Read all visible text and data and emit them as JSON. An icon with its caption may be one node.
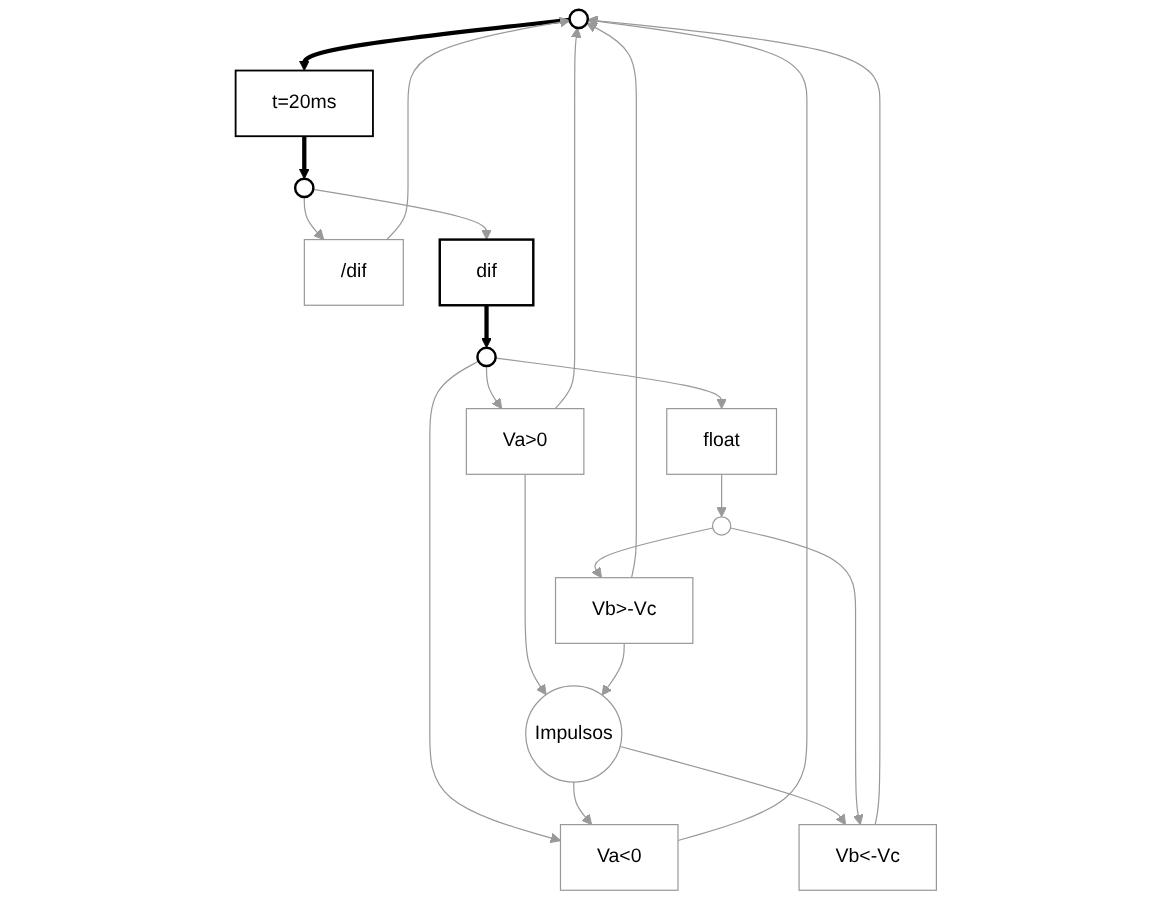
{
  "diagram": {
    "nodes": [
      {
        "text": [],
        "shape": "circle"
      },
      {
        "text": [
          "t=20ms"
        ]
      },
      {
        "text": [
          "/dif"
        ]
      },
      {
        "text": [],
        "shape": "circle"
      },
      {
        "text": [
          "Va<0"
        ]
      },
      {
        "text": [
          "dif"
        ]
      },
      {
        "text": [
          "Impulsos"
        ]
      },
      {
        "text": [
          "Vb<-Vc"
        ]
      },
      {
        "text": [],
        "shape": "circle"
      },
      {
        "text": [
          "Va>0"
        ]
      },
      {
        "text": [
          "float"
        ]
      },
      {
        "text": [
          "Vb>-Vc"
        ]
      },
      {
        "text": [],
        "shape": "circle"
      }
    ],
    "edges": [
      {
        "from": 0,
        "to": 1,
        "arrow": "to",
        "style": "thick",
        "color": "#000000"
      },
      {
        "from": 1,
        "to": 3,
        "arrow": "to",
        "style": "thick",
        "color": "#000000"
      },
      {
        "from": 3,
        "to": 2,
        "arrow": "to"
      },
      {
        "from": 2,
        "to": 0,
        "arrow": "to"
      },
      {
        "from": 3,
        "to": 5,
        "arrow": "to"
      },
      {
        "from": 5,
        "to": 8,
        "arrow": "to",
        "style": "thick",
        "color": "#000000"
      },
      {
        "from": 8,
        "to": 4,
        "arrow": "to"
      },
      {
        "from": 4,
        "to": 0,
        "arrow": "to"
      },
      {
        "from": 6,
        "to": 4,
        "arrow": "to"
      },
      {
        "from": 8,
        "to": 9,
        "arrow": "to"
      },
      {
        "from": 9,
        "to": 6,
        "arrow": "to"
      },
      {
        "from": 9,
        "to": 0,
        "arrow": "to"
      },
      {
        "from": 6,
        "to": 7,
        "arrow": "to"
      },
      {
        "from": 7,
        "to": 0,
        "arrow": "to"
      },
      {
        "from": 8,
        "to": 10,
        "arrow": "to"
      },
      {
        "from": 10,
        "to": 12,
        "arrow": "to"
      },
      {
        "from": 12,
        "to": 11,
        "arrow": "to"
      },
      {
        "from": 11,
        "to": 6,
        "arrow": "to"
      },
      {
        "from": 11,
        "to": 0,
        "arrow": "to"
      },
      {
        "from": 12,
        "to": 7,
        "arrow": "to"
      }
    ]
  }
}
